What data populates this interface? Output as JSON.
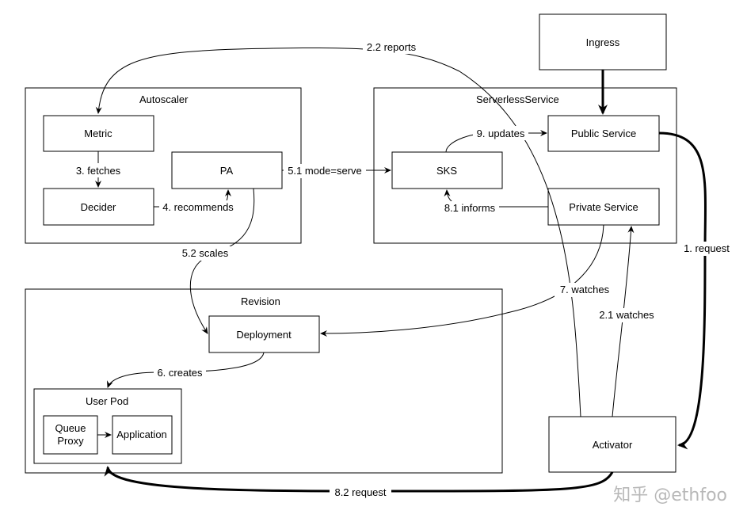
{
  "containers": {
    "autoscaler": "Autoscaler",
    "serverless_service": "ServerlessService",
    "revision": "Revision",
    "user_pod": "User Pod"
  },
  "nodes": {
    "ingress": "Ingress",
    "metric": "Metric",
    "decider": "Decider",
    "pa": "PA",
    "sks": "SKS",
    "public_service": "Public Service",
    "private_service": "Private Service",
    "deployment": "Deployment",
    "queue_proxy_line1": "Queue",
    "queue_proxy_line2": "Proxy",
    "application": "Application",
    "activator": "Activator"
  },
  "edges": {
    "reports": "2.2 reports",
    "fetches": "3. fetches",
    "recommends": "4. recommends",
    "mode_serve": "5.1 mode=serve",
    "updates": "9. updates",
    "informs": "8.1 informs",
    "scales": "5.2 scales",
    "request_1": "1. request",
    "watches_7": "7. watches",
    "watches_21": "2.1 watches",
    "creates": "6. creates",
    "request_82": "8.2 request"
  },
  "watermark": "知乎 @ethfoo"
}
